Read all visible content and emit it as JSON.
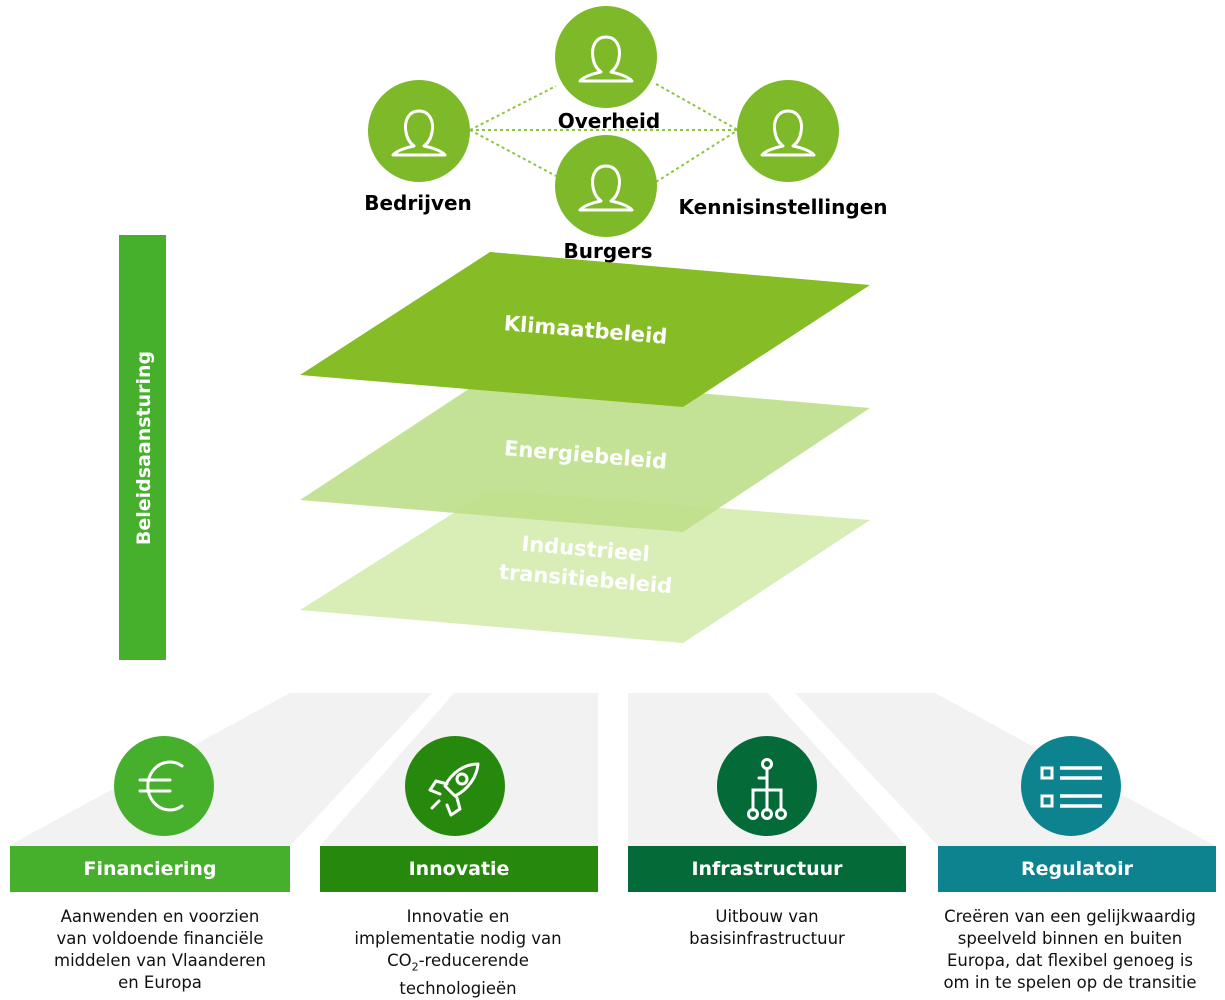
{
  "actors": {
    "overheid": "Overheid",
    "bedrijven": "Bedrijven",
    "kennis": "Kennisinstellingen",
    "burgers": "Burgers"
  },
  "side_bar": {
    "label": "Beleidsaansturing"
  },
  "layers": {
    "klimaat": "Klimaatbeleid",
    "energie": "Energiebeleid",
    "industrie_line1": "Industrieel",
    "industrie_line2": "transitiebeleid"
  },
  "pillars": [
    {
      "title": "Financiering",
      "icon": "euro-icon",
      "desc_lines": [
        "Aanwenden en voorzien",
        "van voldoende financiële",
        "middelen van Vlaanderen",
        "en Europa"
      ]
    },
    {
      "title": "Innovatie",
      "icon": "rocket-icon",
      "desc_lines": [
        "Innovatie en",
        "implementatie nodig van"
      ],
      "desc_co2": {
        "pre": "CO",
        "sub": "2",
        "post": "-reducerende"
      },
      "desc_last": "technologieën"
    },
    {
      "title": "Infrastructuur",
      "icon": "network-icon",
      "desc_lines": [
        "Uitbouw van",
        "basisinfrastructuur"
      ]
    },
    {
      "title": "Regulatoir",
      "icon": "list-icon",
      "desc_lines": [
        "Creëren van een gelijkwaardig",
        "speelveld binnen en buiten",
        "Europa, dat flexibel genoeg is",
        "om in te spelen op de transitie"
      ]
    }
  ],
  "colors": {
    "actor_green": "#7db928",
    "side_bar_green": "#46b02c",
    "layer_klimaat": "#86bc25",
    "layer_energie": "#bfe08c",
    "layer_industrie": "#d9edb6",
    "financiering": "#46b02c",
    "innovatie": "#26890d",
    "infrastructuur": "#046a38",
    "regulatoir": "#0d8390",
    "fan_gray": "#f2f2f2"
  }
}
